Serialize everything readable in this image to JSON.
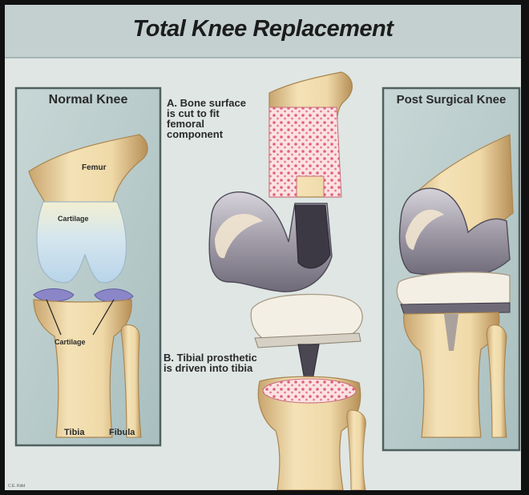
{
  "title": "Total Knee Replacement",
  "panels": {
    "normal": {
      "title": "Normal Knee",
      "labels": {
        "femur": "Femur",
        "cartilage_top": "Cartilage",
        "cartilage_bottom": "Cartilage",
        "tibia": "Tibia",
        "fibula": "Fibula"
      }
    },
    "post": {
      "title": "Post Surgical Knee"
    }
  },
  "steps": {
    "a": "A. Bone surface\n    is cut to fit\n    femoral\n    component",
    "b": "B. Tibial prosthetic\n    is driven into tibia"
  },
  "credit": "C.E. Kidd",
  "colors": {
    "background": "#dfe6e4",
    "panel": "#b9cbcb",
    "bone": "#efd9a8",
    "bone_shadow": "#c9a56e",
    "cartilage": "#c7dcec",
    "meniscus": "#8a86c8",
    "metal": "#a7a3ad",
    "cut_bone": "#ef9fa7",
    "plastic": "#f4efe4"
  }
}
